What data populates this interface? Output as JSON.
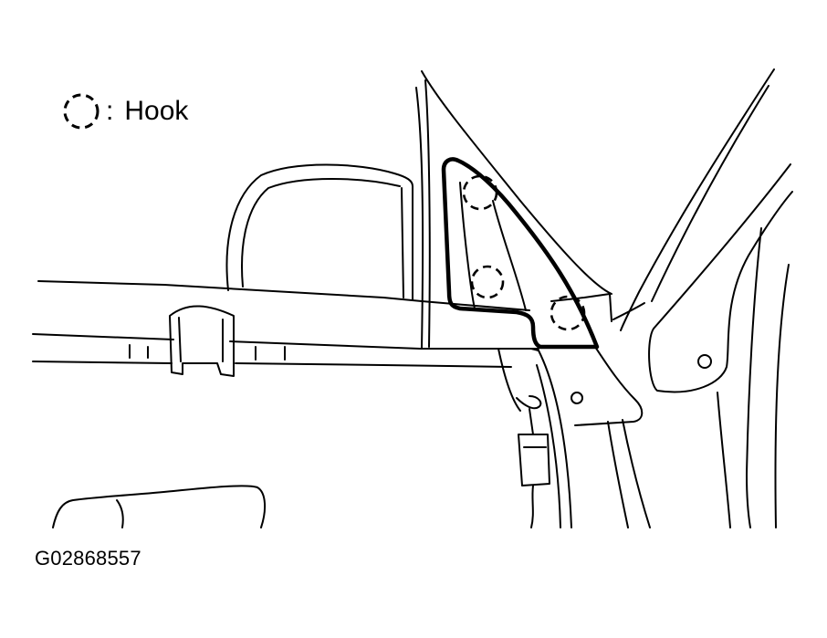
{
  "legend": {
    "icon": "dashed-circle-icon",
    "colon": ":",
    "label": "Hook"
  },
  "figure_code": "G02868557",
  "hooks_count": 3
}
